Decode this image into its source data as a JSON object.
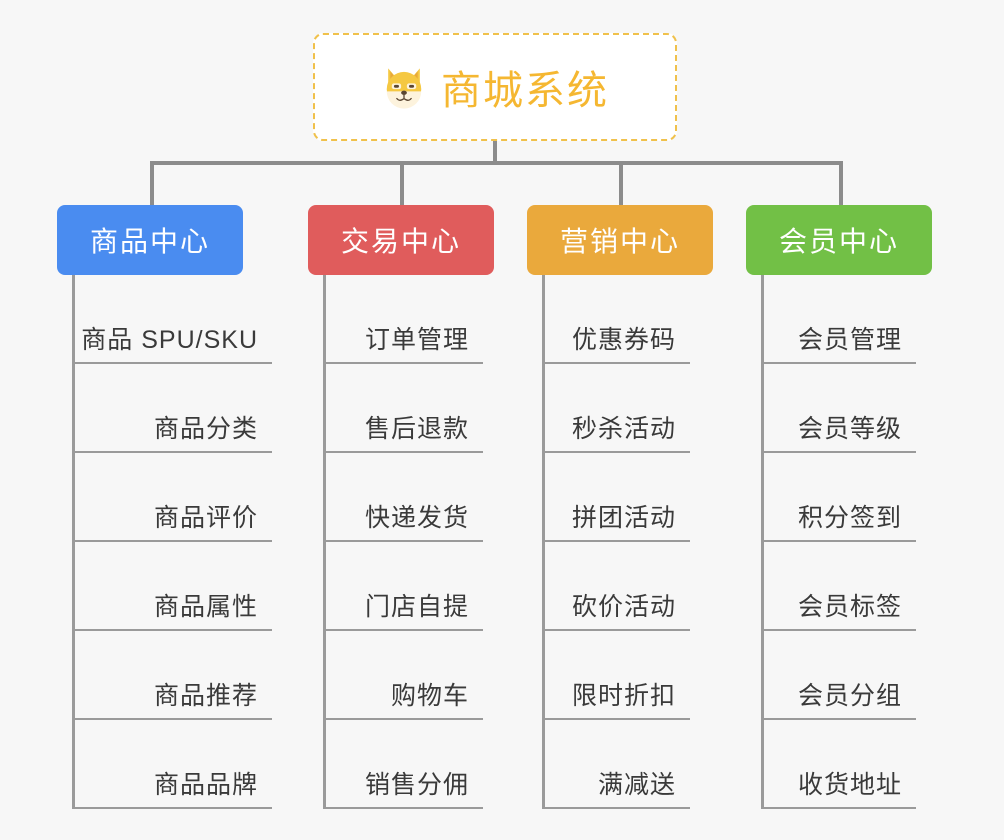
{
  "diagram": {
    "type": "org-chart",
    "background_color": "#f7f7f7",
    "root": {
      "title": "商城系统",
      "icon": "dog-face-icon",
      "emoji": "🐶",
      "border_color": "#f0c14b",
      "text_color": "#f5b731",
      "background_color": "#ffffff"
    },
    "connector_color": "#8c8c8c",
    "branch_line_color": "#9a9a9a",
    "leaf_text_color": "#3a3a3a",
    "categories": [
      {
        "label": "商品中心",
        "color": "#4a8cf0",
        "items": [
          "商品 SPU/SKU",
          "商品分类",
          "商品评价",
          "商品属性",
          "商品推荐",
          "商品品牌"
        ]
      },
      {
        "label": "交易中心",
        "color": "#e05c5c",
        "items": [
          "订单管理",
          "售后退款",
          "快递发货",
          "门店自提",
          "购物车",
          "销售分佣"
        ]
      },
      {
        "label": "营销中心",
        "color": "#eaa93c",
        "items": [
          "优惠券码",
          "秒杀活动",
          "拼团活动",
          "砍价活动",
          "限时折扣",
          "满减送"
        ]
      },
      {
        "label": "会员中心",
        "color": "#72c046",
        "items": [
          "会员管理",
          "会员等级",
          "积分签到",
          "会员标签",
          "会员分组",
          "收货地址"
        ]
      }
    ]
  }
}
